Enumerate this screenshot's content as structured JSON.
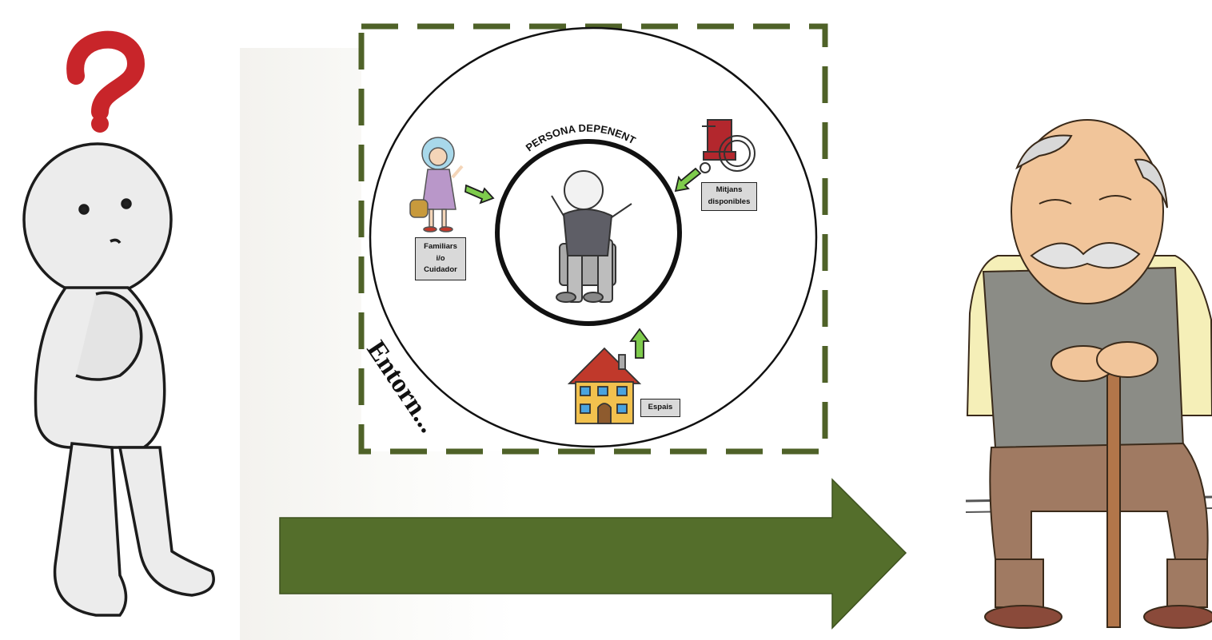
{
  "diagram": {
    "center_title": "PERSONA DEPENENT",
    "environment_label": "Entorn...",
    "labels": {
      "familiars": [
        "Familiars",
        "i/o",
        "Cuidador"
      ],
      "mitjans": [
        "Mitjans",
        "disponibles"
      ],
      "espais": "Espais"
    }
  },
  "colors": {
    "frame_green": "#4f6228",
    "arrow_green": "#546e2b",
    "small_arrow_green": "#7ecb4c",
    "question_red": "#c8252a"
  },
  "icons": [
    "thinking-person-icon",
    "question-mark-icon",
    "caregiver-woman-icon",
    "wheelchair-icon",
    "house-icon",
    "seated-elder-icon",
    "elder-with-cane-icon",
    "big-right-arrow-icon"
  ]
}
